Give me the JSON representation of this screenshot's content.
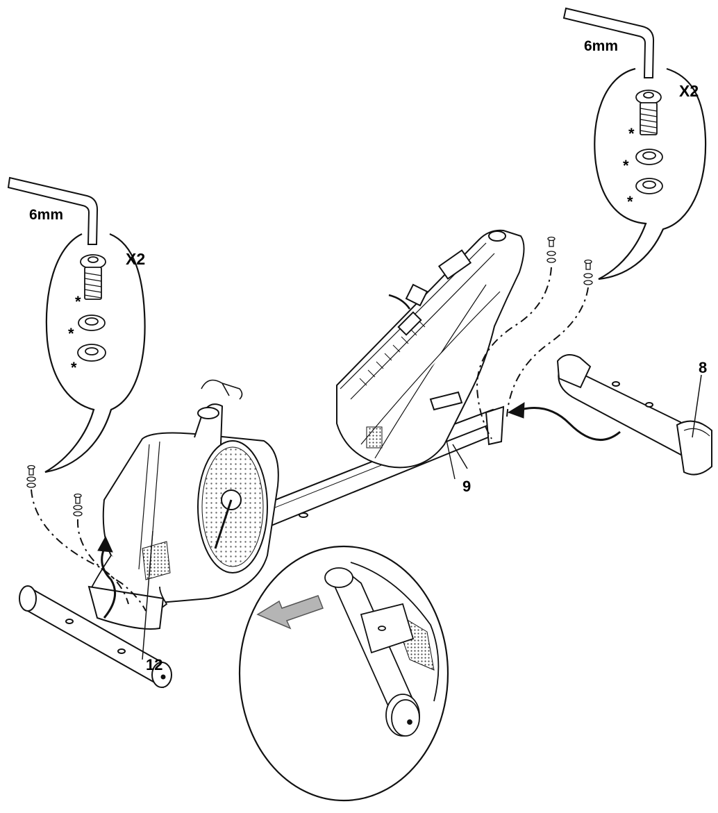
{
  "callouts": {
    "right": {
      "tool_size": "6mm",
      "quantity": "X2",
      "marks": [
        "*",
        "*",
        "*"
      ]
    },
    "left": {
      "tool_size": "6mm",
      "quantity": "X2",
      "marks": [
        "*",
        "*",
        "*"
      ]
    }
  },
  "parts": {
    "rear_stabilizer": "8",
    "main_frame": "9",
    "front_stabilizer": "12"
  },
  "colors": {
    "line": "#111111",
    "paper": "#ffffff",
    "arrow_fill": "#b5b5b5",
    "mesh": "#555555"
  }
}
